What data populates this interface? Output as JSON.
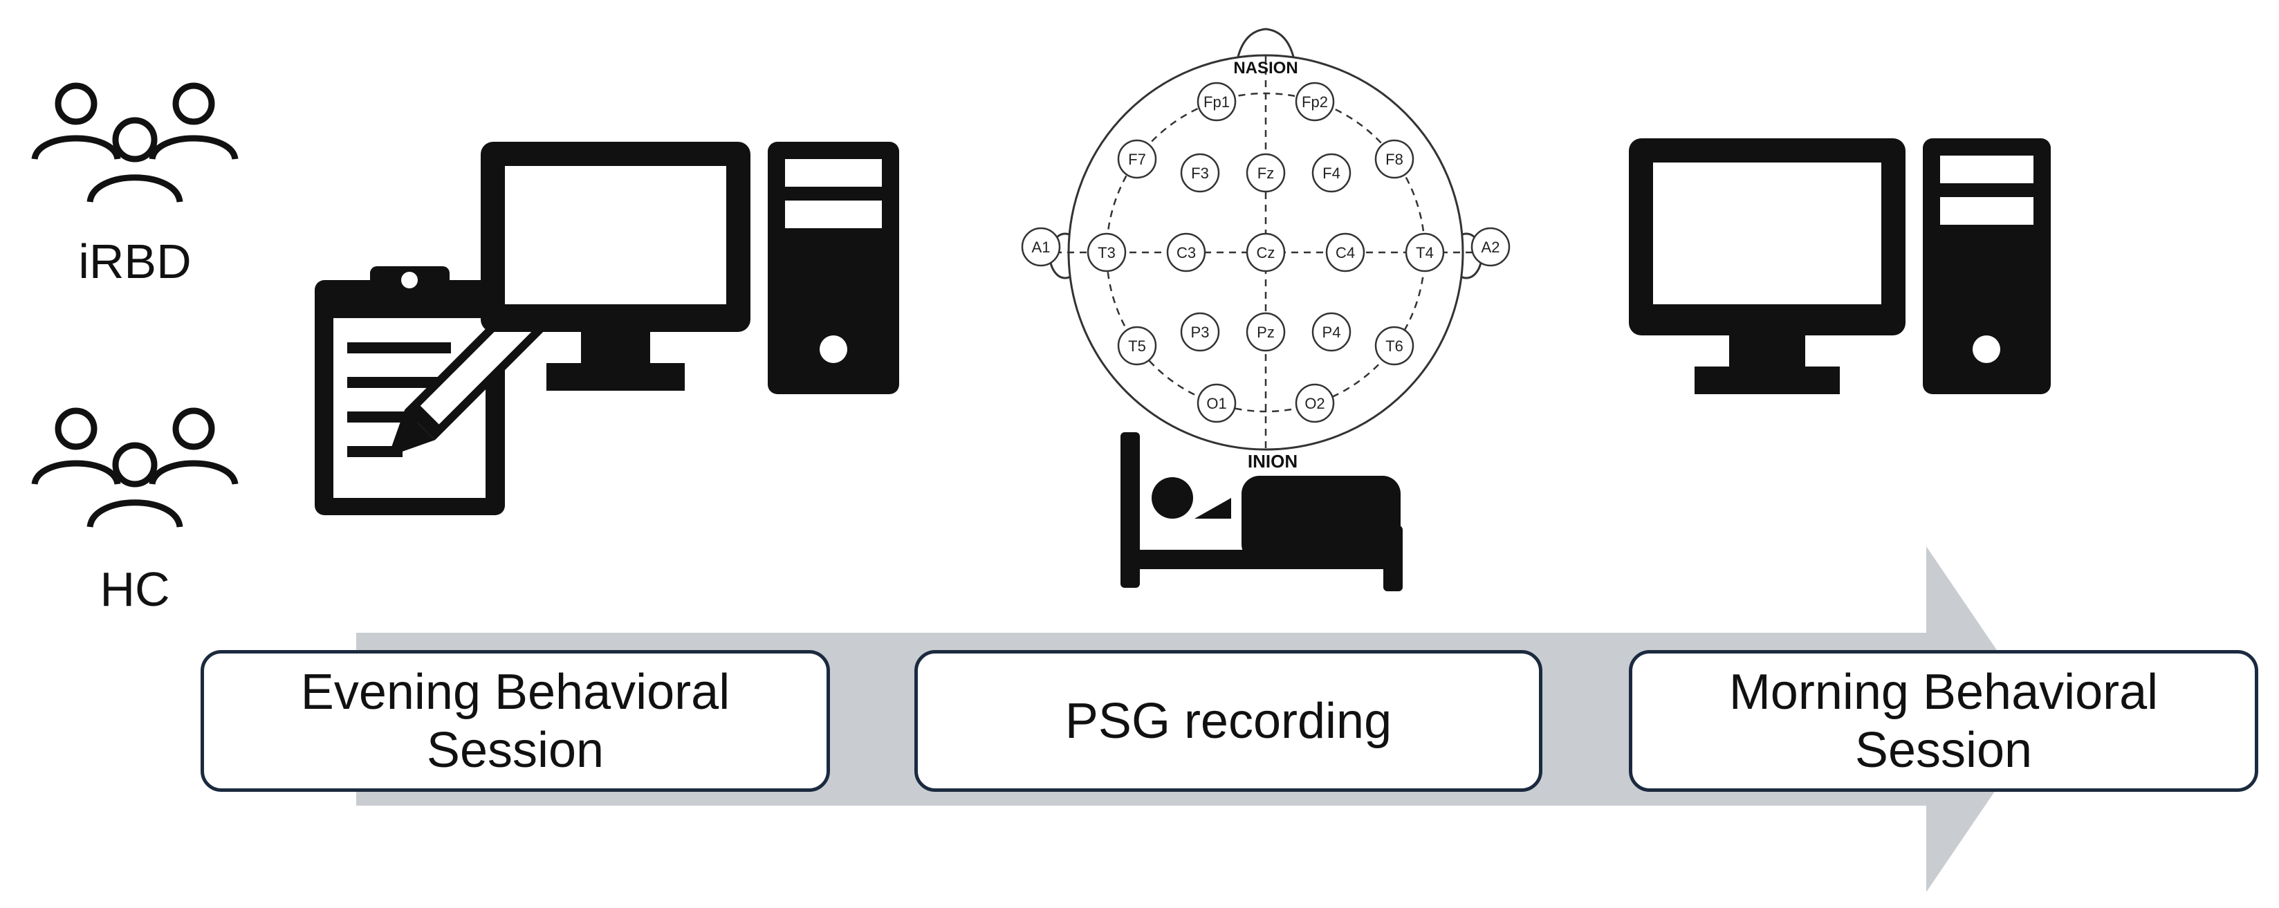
{
  "groups": [
    {
      "label": "iRBD",
      "icon": "people-group-icon"
    },
    {
      "label": "HC",
      "icon": "people-group-icon"
    }
  ],
  "stages": [
    {
      "label": "Evening Behavioral\nSession"
    },
    {
      "label": "PSG recording"
    },
    {
      "label": "Morning Behavioral\nSession"
    }
  ],
  "eeg": {
    "top_label": "NASION",
    "bottom_label": "INION",
    "electrodes": [
      "Fp1",
      "Fp2",
      "F7",
      "F3",
      "Fz",
      "F4",
      "F8",
      "A1",
      "T3",
      "C3",
      "Cz",
      "C4",
      "T4",
      "A2",
      "T5",
      "P3",
      "Pz",
      "P4",
      "T6",
      "O1",
      "O2"
    ]
  },
  "colors": {
    "arrow": "#c9cdd1",
    "box_border": "#1b2a3f",
    "icon": "#111111"
  }
}
